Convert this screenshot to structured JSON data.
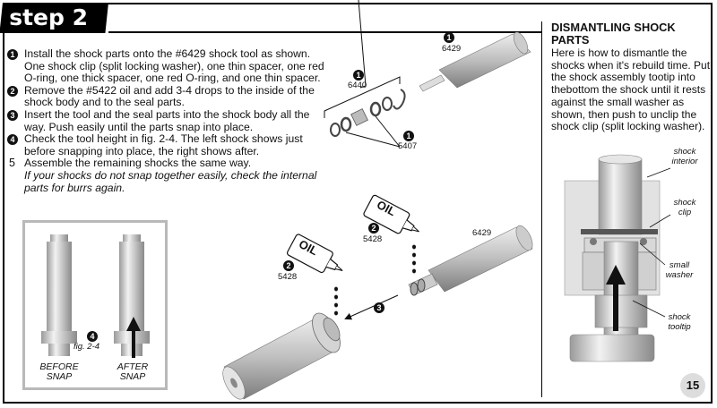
{
  "header": {
    "step_label": "step 2"
  },
  "steps": [
    {
      "marker": "1",
      "text": "Install the shock parts onto the #6429 shock tool as shown. One shock clip (split locking washer), one thin spacer, one red O-ring, one thick spacer, one red O-ring, and one thin spacer."
    },
    {
      "marker": "2",
      "text": "Remove the #5422 oil and add 3-4 drops to the inside of the shock body and to the seal parts."
    },
    {
      "marker": "3",
      "text": "Insert the tool and the seal parts into the shock body all the way. Push easily until the parts snap into place."
    },
    {
      "marker": "4",
      "text": "Check the tool height in fig. 2-4. The left shock shows just before snapping into place, the right shows after."
    },
    {
      "marker": "5",
      "text": "Assemble the remaining shocks the same way.",
      "note": "If your shocks do not snap together easily, check the internal parts for burrs again."
    }
  ],
  "figure_2_4": {
    "marker": "4",
    "fig_label": "fig. 2-4",
    "before_label": "BEFORE\nSNAP",
    "after_label": "AFTER\nSNAP"
  },
  "parts_diagram": {
    "tool_part": "6429",
    "set_part": "6440",
    "spacer_part": "5407",
    "marker_tool": "1",
    "marker_set": "1",
    "marker_spacer": "1"
  },
  "assembly_diagram": {
    "oil_label": "OIL",
    "oil_part": "5428",
    "oil_marker": "2",
    "tool_part": "6429",
    "insert_marker": "3"
  },
  "dismantling": {
    "title": "DISMANTLING SHOCK PARTS",
    "body": "Here is how to dismantle the shocks when it's rebuild time. Put the shock assembly tootip into thebottom the shock until it rests against the small washer as shown, then push to unclip the shock clip (split locking washer).",
    "labels": {
      "interior": "shock\ninterior",
      "clip": "shock\nclip",
      "washer": "small\nwasher",
      "tooltip": "shock\ntooltip"
    }
  },
  "page_number": "15"
}
